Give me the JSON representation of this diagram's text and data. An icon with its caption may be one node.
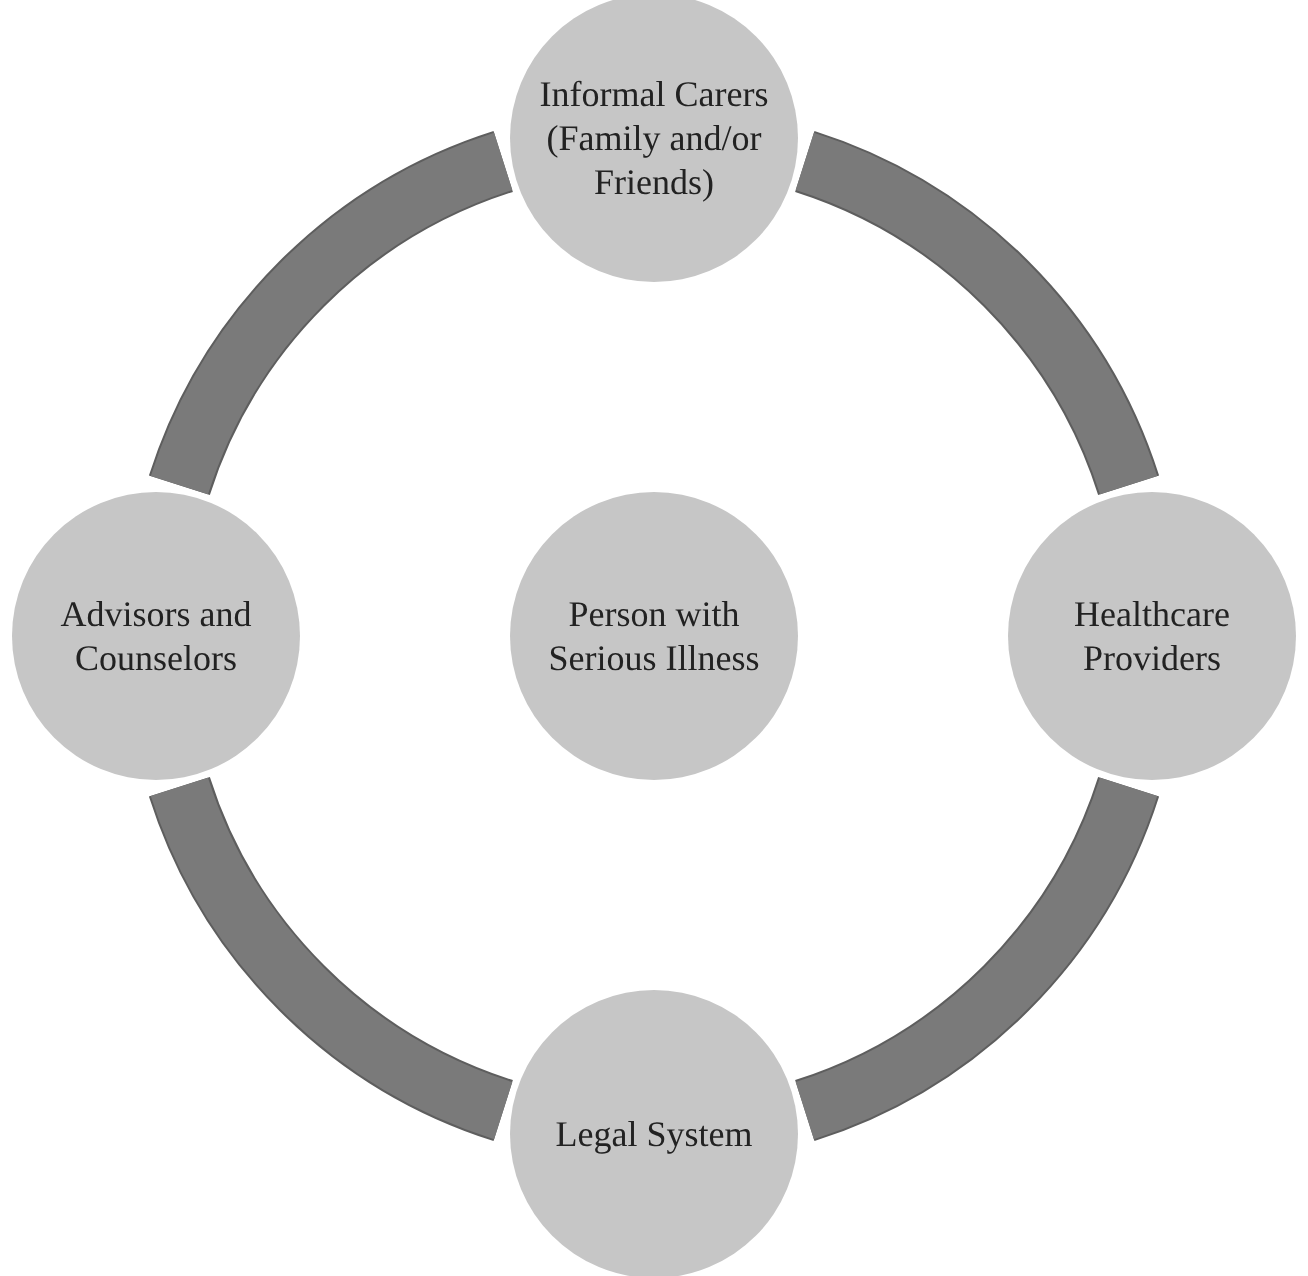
{
  "diagram": {
    "nodes": [
      {
        "text": [
          "Informal Carers (Family and/or Friends)"
        ]
      },
      {
        "text": [
          "Advisors and Counselors"
        ]
      },
      {
        "text": [
          "Person with Serious Illness"
        ]
      },
      {
        "text": [
          "Healthcare Providers"
        ]
      },
      {
        "text": [
          "Legal System"
        ]
      }
    ],
    "edges": [
      {
        "from": 0,
        "to": 3,
        "arrow": "none"
      },
      {
        "from": 3,
        "to": 4,
        "arrow": "none"
      },
      {
        "from": 4,
        "to": 1,
        "arrow": "none"
      },
      {
        "from": 1,
        "to": 0,
        "arrow": "none"
      }
    ]
  }
}
